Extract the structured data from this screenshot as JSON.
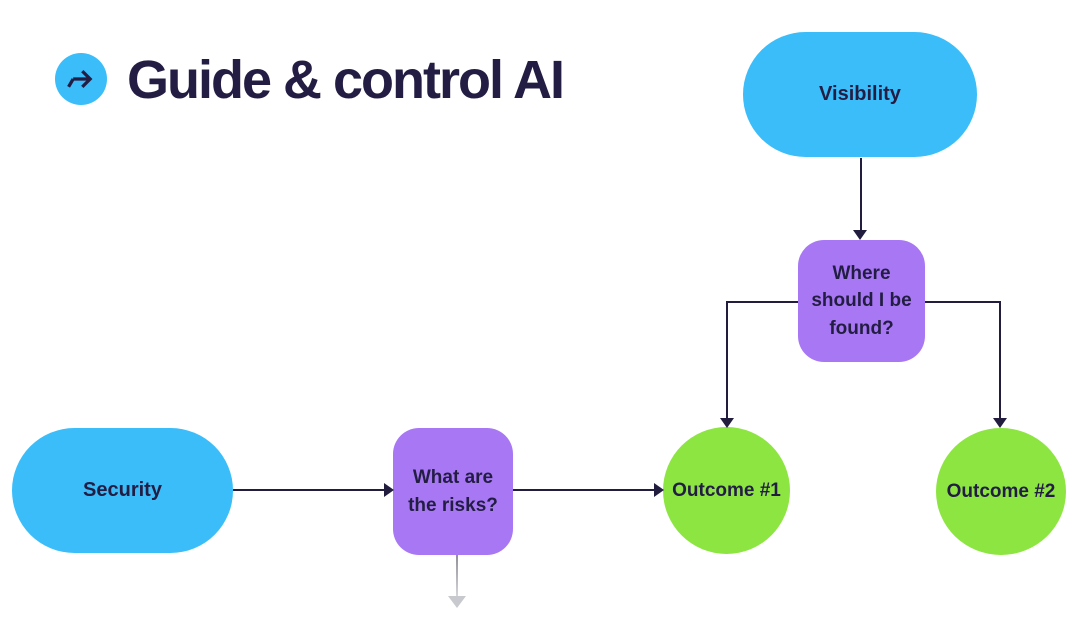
{
  "header": {
    "title": "Guide & control AI",
    "icon": "arrow-right"
  },
  "colors": {
    "blue": "#3ABDF9",
    "purple": "#A878F4",
    "green": "#8DE542",
    "ink": "#231D44",
    "line": "#221C3E"
  },
  "nodes": {
    "visibility": {
      "label": "Visibility",
      "shape": "pill",
      "color": "blue"
    },
    "where": {
      "label": "Where should I be found?",
      "shape": "rounded-box",
      "color": "purple"
    },
    "security": {
      "label": "Security",
      "shape": "pill",
      "color": "blue"
    },
    "risks": {
      "label": "What are the risks?",
      "shape": "rounded-box",
      "color": "purple"
    },
    "outcome1": {
      "label": "Outcome #1",
      "shape": "circle",
      "color": "green"
    },
    "outcome2": {
      "label": "Outcome #2",
      "shape": "circle",
      "color": "green"
    }
  },
  "edges": [
    {
      "from": "visibility",
      "to": "where",
      "style": "solid"
    },
    {
      "from": "where",
      "to": "outcome1",
      "style": "solid"
    },
    {
      "from": "where",
      "to": "outcome2",
      "style": "solid"
    },
    {
      "from": "security",
      "to": "risks",
      "style": "solid"
    },
    {
      "from": "risks",
      "to": "outcome1",
      "style": "solid"
    },
    {
      "from": "risks",
      "to": "offscreen-below",
      "style": "faded"
    }
  ]
}
